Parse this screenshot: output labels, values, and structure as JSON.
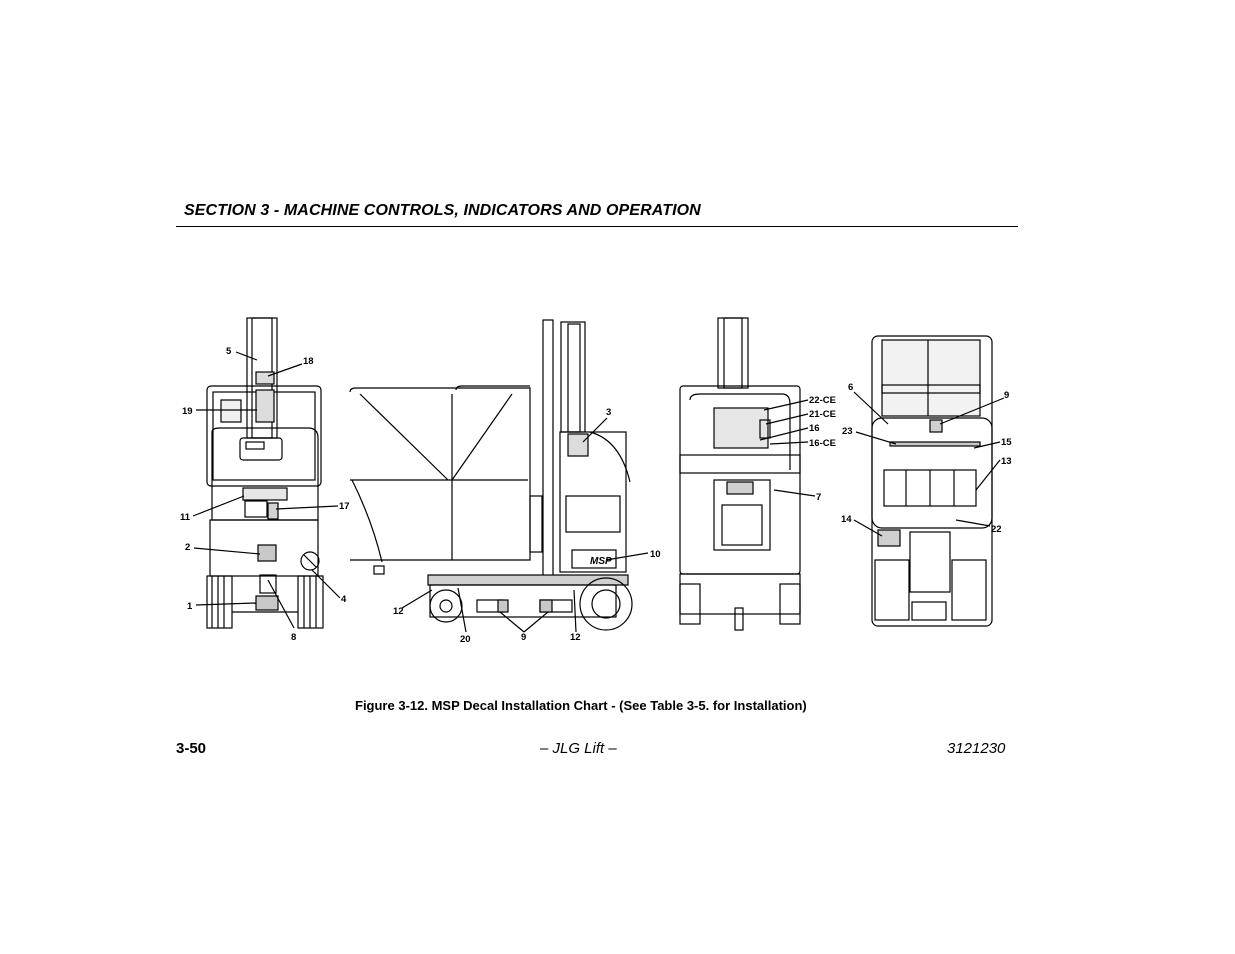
{
  "header": {
    "section_title": "SECTION 3 - MACHINE CONTROLS, INDICATORS AND OPERATION"
  },
  "figure": {
    "caption": "Figure 3-12. MSP Decal Installation Chart - (See Table 3-5. for Installation)",
    "callouts": {
      "c5": "5",
      "c18": "18",
      "c19": "19",
      "c11": "11",
      "c17": "17",
      "c2": "2",
      "c1": "1",
      "c8": "8",
      "c4": "4",
      "c3": "3",
      "c10": "10",
      "c12a": "12",
      "c20": "20",
      "c9": "9",
      "c12b": "12",
      "c22ce": "22-CE",
      "c21ce": "21-CE",
      "c16": "16",
      "c16ce": "16-CE",
      "c7": "7",
      "c6": "6",
      "c9b": "9",
      "c23": "23",
      "c15": "15",
      "c13": "13",
      "c14": "14",
      "c22": "22"
    },
    "brand_mark": "MSP"
  },
  "footer": {
    "page_number": "3-50",
    "center_text": "– JLG Lift –",
    "doc_number": "3121230"
  }
}
